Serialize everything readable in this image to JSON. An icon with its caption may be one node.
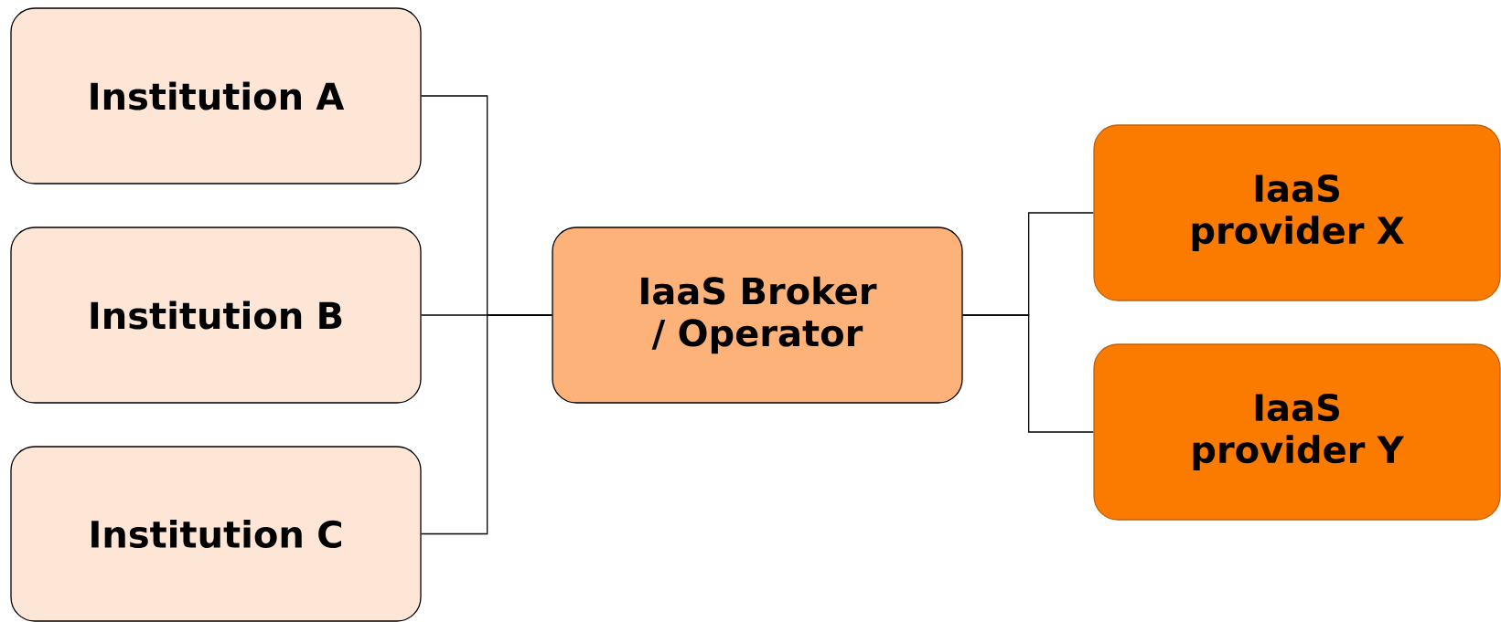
{
  "diagram": {
    "nodes": [
      {
        "text": [
          "Institution A"
        ]
      },
      {
        "text": [
          "Institution B"
        ]
      },
      {
        "text": [
          "Institution C"
        ]
      },
      {
        "text": [
          "IaaS Broker / Operator"
        ]
      },
      {
        "text": [
          "IaaS provider X"
        ]
      },
      {
        "text": [
          "IaaS provider Y"
        ]
      }
    ],
    "edges": [
      {
        "from": 0,
        "to": 3,
        "arrow": "none"
      },
      {
        "from": 1,
        "to": 3,
        "arrow": "none"
      },
      {
        "from": 2,
        "to": 3,
        "arrow": "none"
      },
      {
        "from": 3,
        "to": 4,
        "arrow": "none"
      },
      {
        "from": 3,
        "to": 5,
        "arrow": "none"
      }
    ]
  }
}
